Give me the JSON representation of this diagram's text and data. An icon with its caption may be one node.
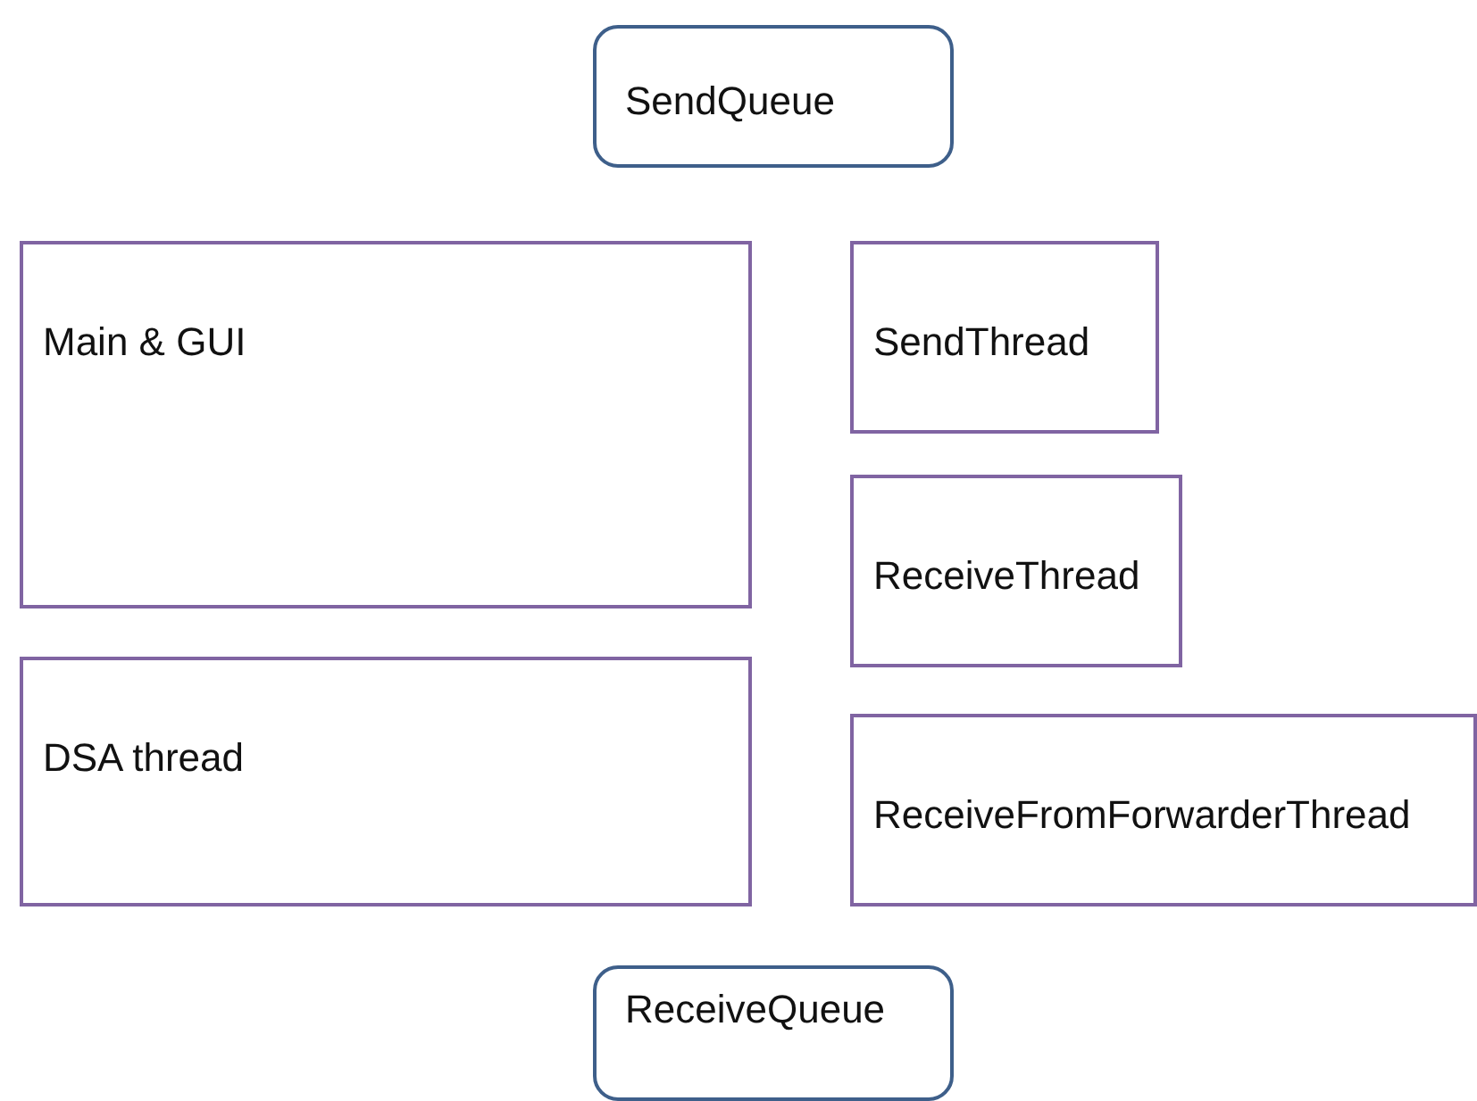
{
  "diagram": {
    "nodes": [
      {
        "text": [
          "SendQueue"
        ]
      },
      {
        "text": [
          "Main & GUI"
        ]
      },
      {
        "text": [
          "SendThread"
        ]
      },
      {
        "text": [
          "ReceiveThread"
        ]
      },
      {
        "text": [
          "DSA thread"
        ]
      },
      {
        "text": [
          "ReceiveFromForwarderThread"
        ]
      },
      {
        "text": [
          "ReceiveQueue"
        ]
      }
    ]
  }
}
